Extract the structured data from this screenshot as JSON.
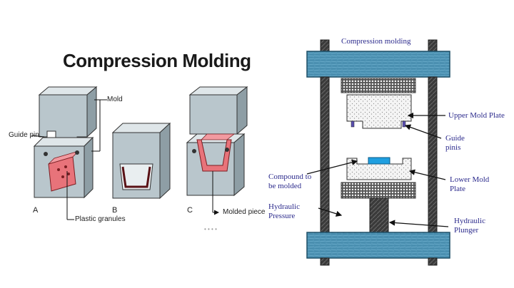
{
  "left": {
    "title": "Compression Molding",
    "labels": {
      "mold": "Mold",
      "guide_pin": "Guide pin",
      "plastic_granules": "Plastic granules",
      "molded_piece": "Molded piece",
      "step_a": "A",
      "step_b": "B",
      "step_c": "C"
    }
  },
  "right": {
    "title": "Compression molding",
    "labels": {
      "upper_mold_plate": "Upper Mold Plate",
      "guide_pins": "Guide pinis",
      "compound": "Compound to be molded",
      "lower_mold_plate": "Lower Mold Plate",
      "hydraulic_pressure": "Hydraulic Pressure",
      "hydraulic_plunger": "Hydraulic Plunger"
    }
  },
  "colors": {
    "mold_gray": "#b9c6cc",
    "plastic_red": "#e8737a",
    "press_blue": "#4a8fb0",
    "label_blue": "#2b2a8c"
  }
}
